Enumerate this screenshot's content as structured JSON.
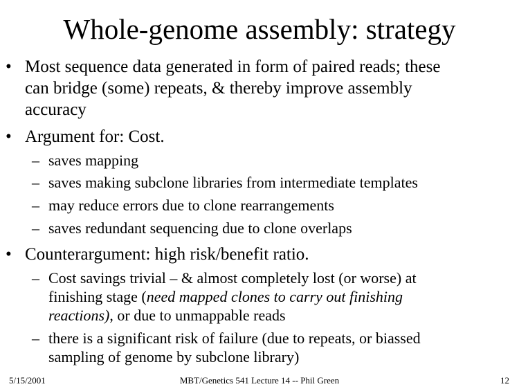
{
  "title": "Whole-genome assembly: strategy",
  "bullet_symbol": "•",
  "dash_symbol": "–",
  "bullets": [
    {
      "lines": [
        "Most sequence data generated in form of paired reads; these",
        "can bridge (some) repeats, & thereby improve assembly",
        "accuracy"
      ]
    },
    {
      "lines": [
        "Argument for: Cost."
      ],
      "subs": [
        "saves mapping",
        "saves making subclone libraries from intermediate templates",
        "may reduce errors due to clone rearrangements",
        "saves redundant sequencing due to clone overlaps"
      ]
    },
    {
      "lines": [
        "Counterargument: high risk/benefit ratio."
      ],
      "subs2": {
        "a_line1": "Cost savings trivial – & almost completely lost (or worse) at",
        "a_line2_pre": "finishing stage (",
        "a_line2_italic": "need mapped clones to carry out finishing",
        "a_line3_italic": "reactions)",
        "a_line3_post": ", or due to unmappable reads",
        "b_line1": "there is a significant risk of failure (due to repeats, or biassed",
        "b_line2": "sampling of genome by subclone library)"
      }
    }
  ],
  "footer": {
    "date": "5/15/2001",
    "center": "MBT/Genetics 541 Lecture 14 -- Phil Green",
    "page": "12"
  }
}
